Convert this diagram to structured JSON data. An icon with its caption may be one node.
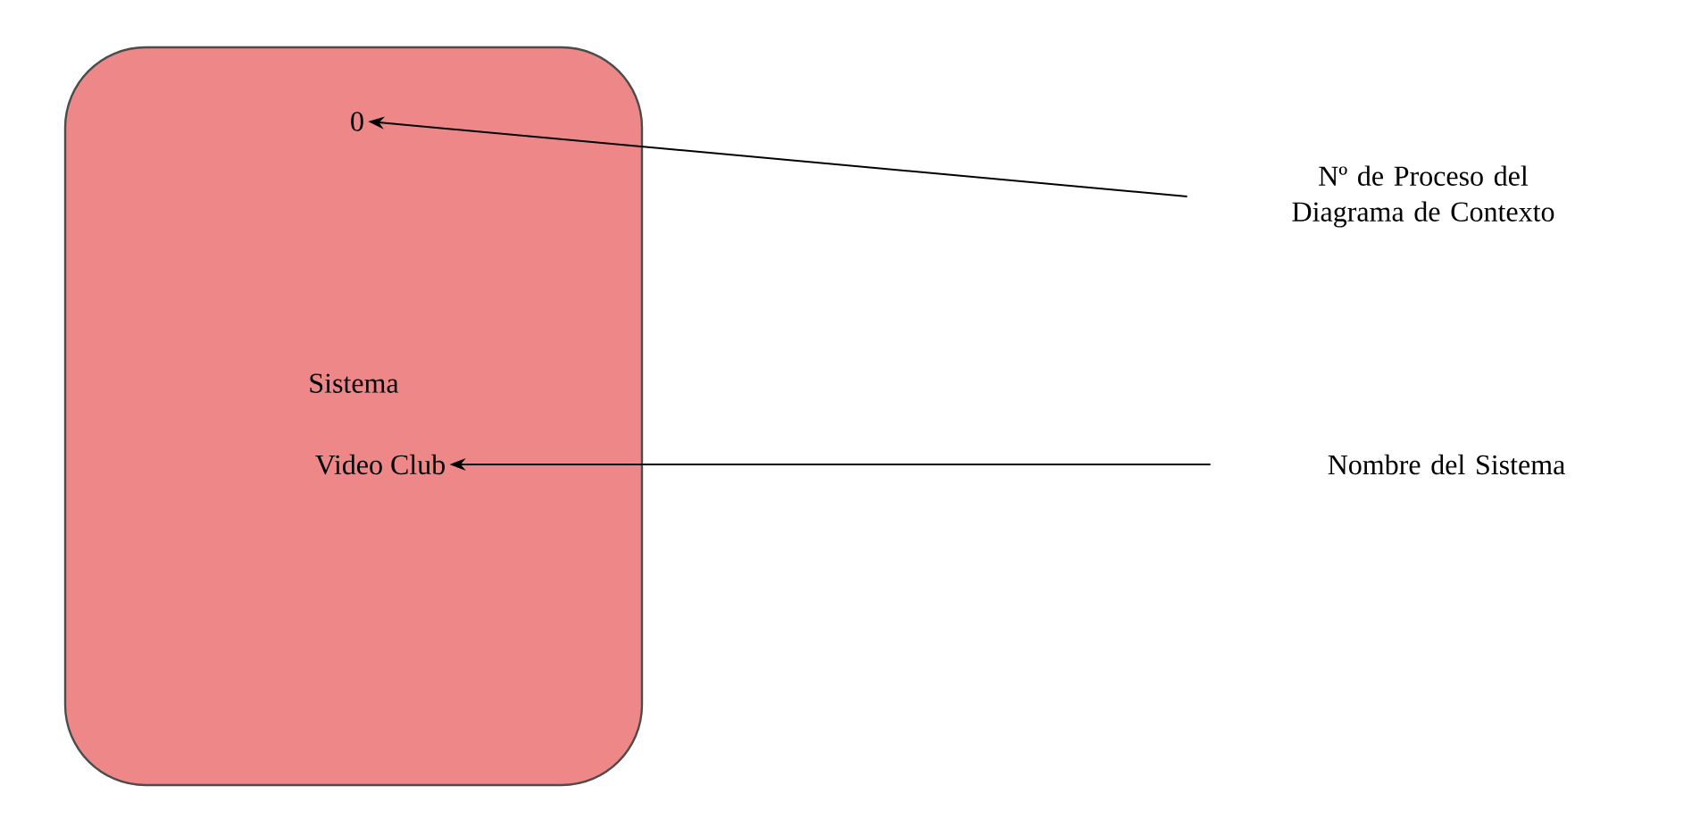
{
  "diagram": {
    "nodes": [
      {
        "text": [
          "Sistema"
        ]
      },
      {
        "text": [
          "0"
        ],
        "in": 0
      },
      {
        "text": [
          "Video Club"
        ],
        "in": 0
      },
      {
        "text": [
          "Nº de Proceso del Diagrama de Contexto"
        ]
      },
      {
        "text": [
          "Nombre del Sistema"
        ]
      }
    ],
    "edges": [
      {
        "from": 3,
        "to": 1,
        "arrow": "to"
      },
      {
        "from": 4,
        "to": 2,
        "arrow": "to"
      }
    ]
  }
}
